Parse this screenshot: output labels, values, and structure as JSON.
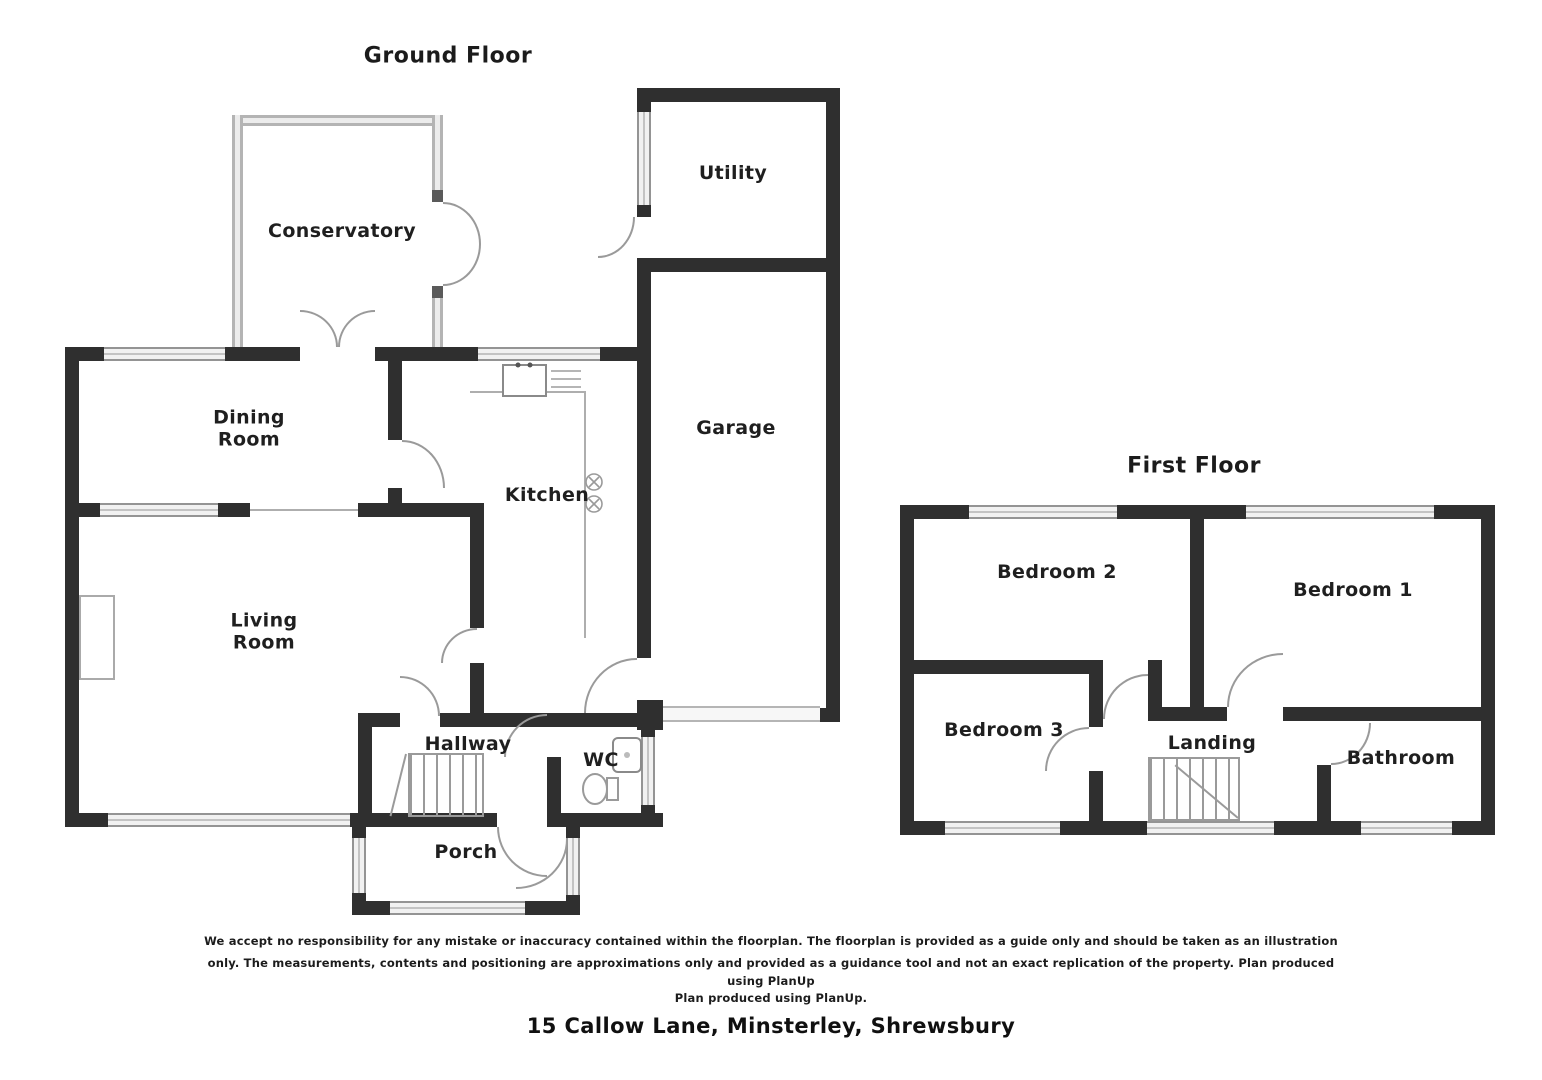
{
  "ground_floor": {
    "title": "Ground Floor",
    "rooms": {
      "conservatory": "Conservatory",
      "utility": "Utility",
      "garage": "Garage",
      "dining": "Dining\nRoom",
      "kitchen": "Kitchen",
      "living": "Living\nRoom",
      "hallway": "Hallway",
      "wc": "WC",
      "porch": "Porch"
    }
  },
  "first_floor": {
    "title": "First Floor",
    "rooms": {
      "bedroom2": "Bedroom 2",
      "bedroom1": "Bedroom 1",
      "bedroom3": "Bedroom 3",
      "landing": "Landing",
      "bathroom": "Bathroom"
    }
  },
  "footer": {
    "disclaimer_line1": "We accept no responsibility for any mistake or inaccuracy contained within the floorplan. The floorplan is provided as a guide only and should be taken as an illustration",
    "disclaimer_line2": "only. The measurements, contents and positioning are approximations only and provided as a guidance tool and not an exact replication of the property. Plan produced",
    "disclaimer_line3": "using PlanUp",
    "disclaimer_line4": "Plan produced using PlanUp.",
    "address": "15 Callow Lane, Minsterley, Shrewsbury"
  },
  "colors": {
    "wall": "#2f2f2f",
    "window_frame": "#949494",
    "window_fill": "#f1f1f1",
    "glass_wall_frame": "#b4b4b4",
    "door_arc": "#9a9a9a",
    "text": "#1f1f1f"
  }
}
